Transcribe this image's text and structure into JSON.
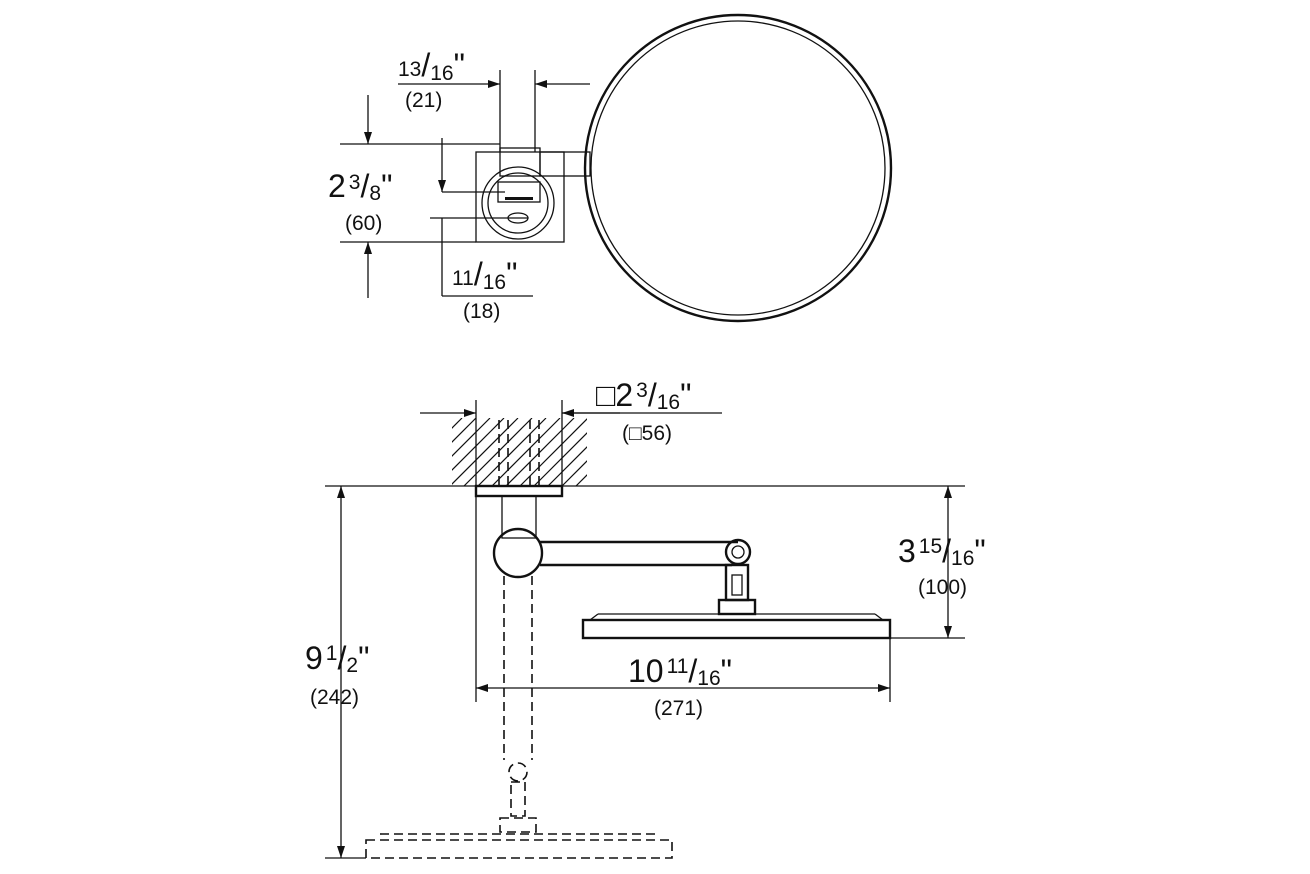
{
  "dimensions": {
    "arm_width": {
      "whole": "",
      "num": "13",
      "den": "16",
      "unit": "\"",
      "mm": "(21)"
    },
    "plate_height": {
      "whole": "2",
      "num": "3",
      "den": "8",
      "unit": "\"",
      "mm": "(60)"
    },
    "offset": {
      "whole": "",
      "num": "11",
      "den": "16",
      "unit": "\"",
      "mm": "(18)"
    },
    "plate_square": {
      "prefix": "□",
      "whole": "2",
      "num": "3",
      "den": "16",
      "unit": "\"",
      "mm": "(□56)"
    },
    "mirror_depth": {
      "whole": "3",
      "num": "15",
      "den": "16",
      "unit": "\"",
      "mm": "(100)"
    },
    "total_height": {
      "whole": "9",
      "num": "1",
      "den": "2",
      "unit": "\"",
      "mm": "(242)"
    },
    "projection": {
      "whole": "10",
      "num": "11",
      "den": "16",
      "unit": "\"",
      "mm": "(271)"
    }
  },
  "colors": {
    "line": "#111111",
    "background": "#ffffff"
  }
}
